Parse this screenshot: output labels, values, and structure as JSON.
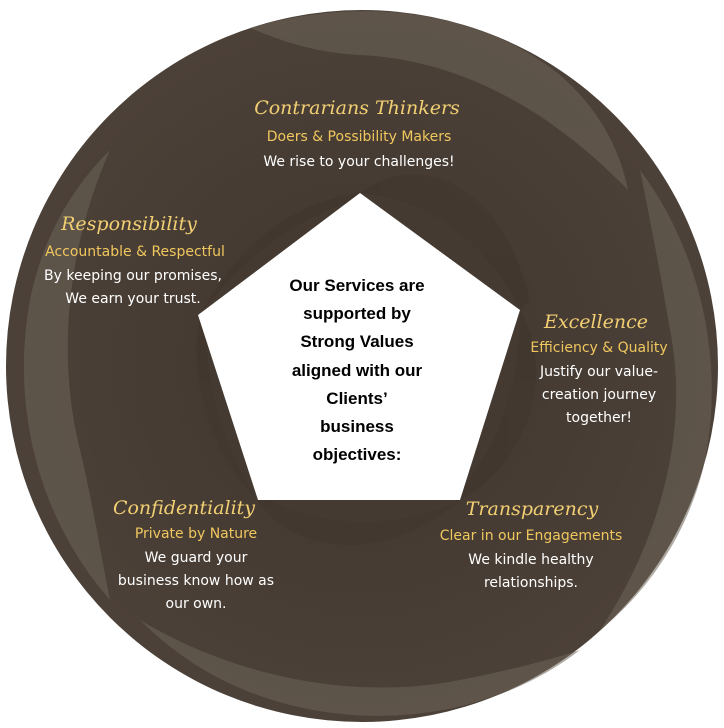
{
  "colors": {
    "wheel_base": "#4c4138",
    "wheel_light": "#6e655a",
    "wheel_dark": "#3f352d",
    "title_gold": "#f2cf73",
    "subtitle_gold": "#f0c75e",
    "body_text": "#ffffff",
    "center_fill": "#ffffff",
    "center_text": "#000000"
  },
  "center": {
    "lines": [
      "Our Services are",
      "supported by",
      "Strong Values",
      "aligned with our",
      "Clients’",
      "business",
      "objectives:"
    ]
  },
  "segments": [
    {
      "id": "contrarians",
      "title": "Contrarians Thinkers",
      "subtitle": "Doers & Possibility Makers",
      "lines": [
        "We rise to your challenges!"
      ]
    },
    {
      "id": "excellence",
      "title": "Excellence",
      "subtitle": "Efficiency & Quality",
      "lines": [
        "Justify our value-",
        "creation journey",
        "together!"
      ]
    },
    {
      "id": "transparency",
      "title": "Transparency",
      "subtitle": "Clear in our Engagements",
      "lines": [
        "We kindle healthy",
        "relationships."
      ]
    },
    {
      "id": "confidentiality",
      "title": "Confidentiality",
      "subtitle": "Private by Nature",
      "lines": [
        "We guard your",
        "business know how as",
        "our own."
      ]
    },
    {
      "id": "responsibility",
      "title": "Responsibility",
      "subtitle": "Accountable & Respectful",
      "lines": [
        "By keeping our promises,",
        "We earn your trust."
      ]
    }
  ]
}
